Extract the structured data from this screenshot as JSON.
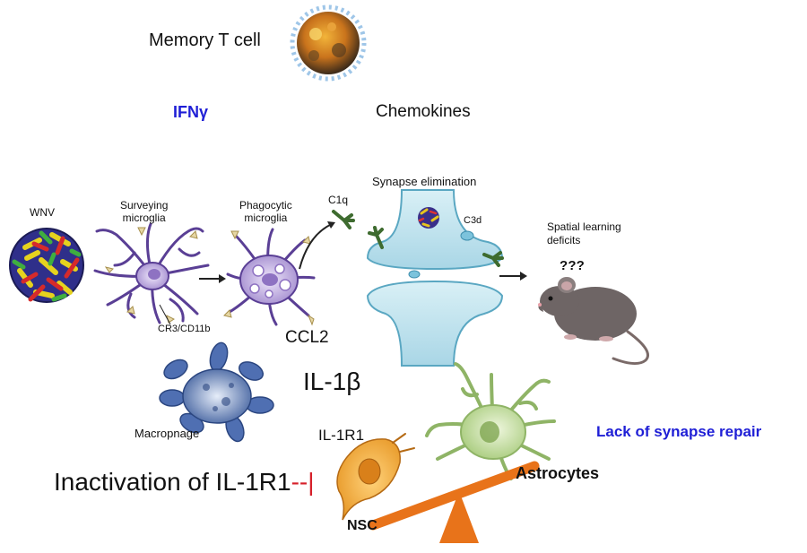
{
  "top": {
    "memory_t_cell": "Memory T cell",
    "ifng": "IFNγ",
    "chemokines": "Chemokines"
  },
  "pathway": {
    "wnv": "WNV",
    "surveying_microglia": "Surveying\nmicroglia",
    "cr3_cd11b": "CR3/CD11b",
    "phagocytic_microglia": "Phagocytic\nmicroglia",
    "c1q": "C1q",
    "synapse_elimination": "Synapse elimination",
    "c3d": "C3d",
    "spatial_learning_deficits": "Spatial learning\ndeficits",
    "question_marks": "? ? ?"
  },
  "bottom": {
    "ccl2": "CCL2",
    "il1b": "IL-1β",
    "macrophage": "Macropnage",
    "il1r1": "IL-1R1",
    "inactivation": "Inactivation of IL-1R1",
    "inhibit_symbol": "--|",
    "nsc": "NSC",
    "astrocytes": "Astrocytes",
    "lack_of_synapse_repair": "Lack of synapse repair"
  },
  "colors": {
    "emphasis_blue": "#1f1fd6",
    "inhibit_red": "#d6202a",
    "seesaw_orange": "#e8731a",
    "microglia_purple": "#b9a6d8",
    "synapse_blue": "#bfe3ef",
    "astrocyte_green": "#bcd79a"
  }
}
